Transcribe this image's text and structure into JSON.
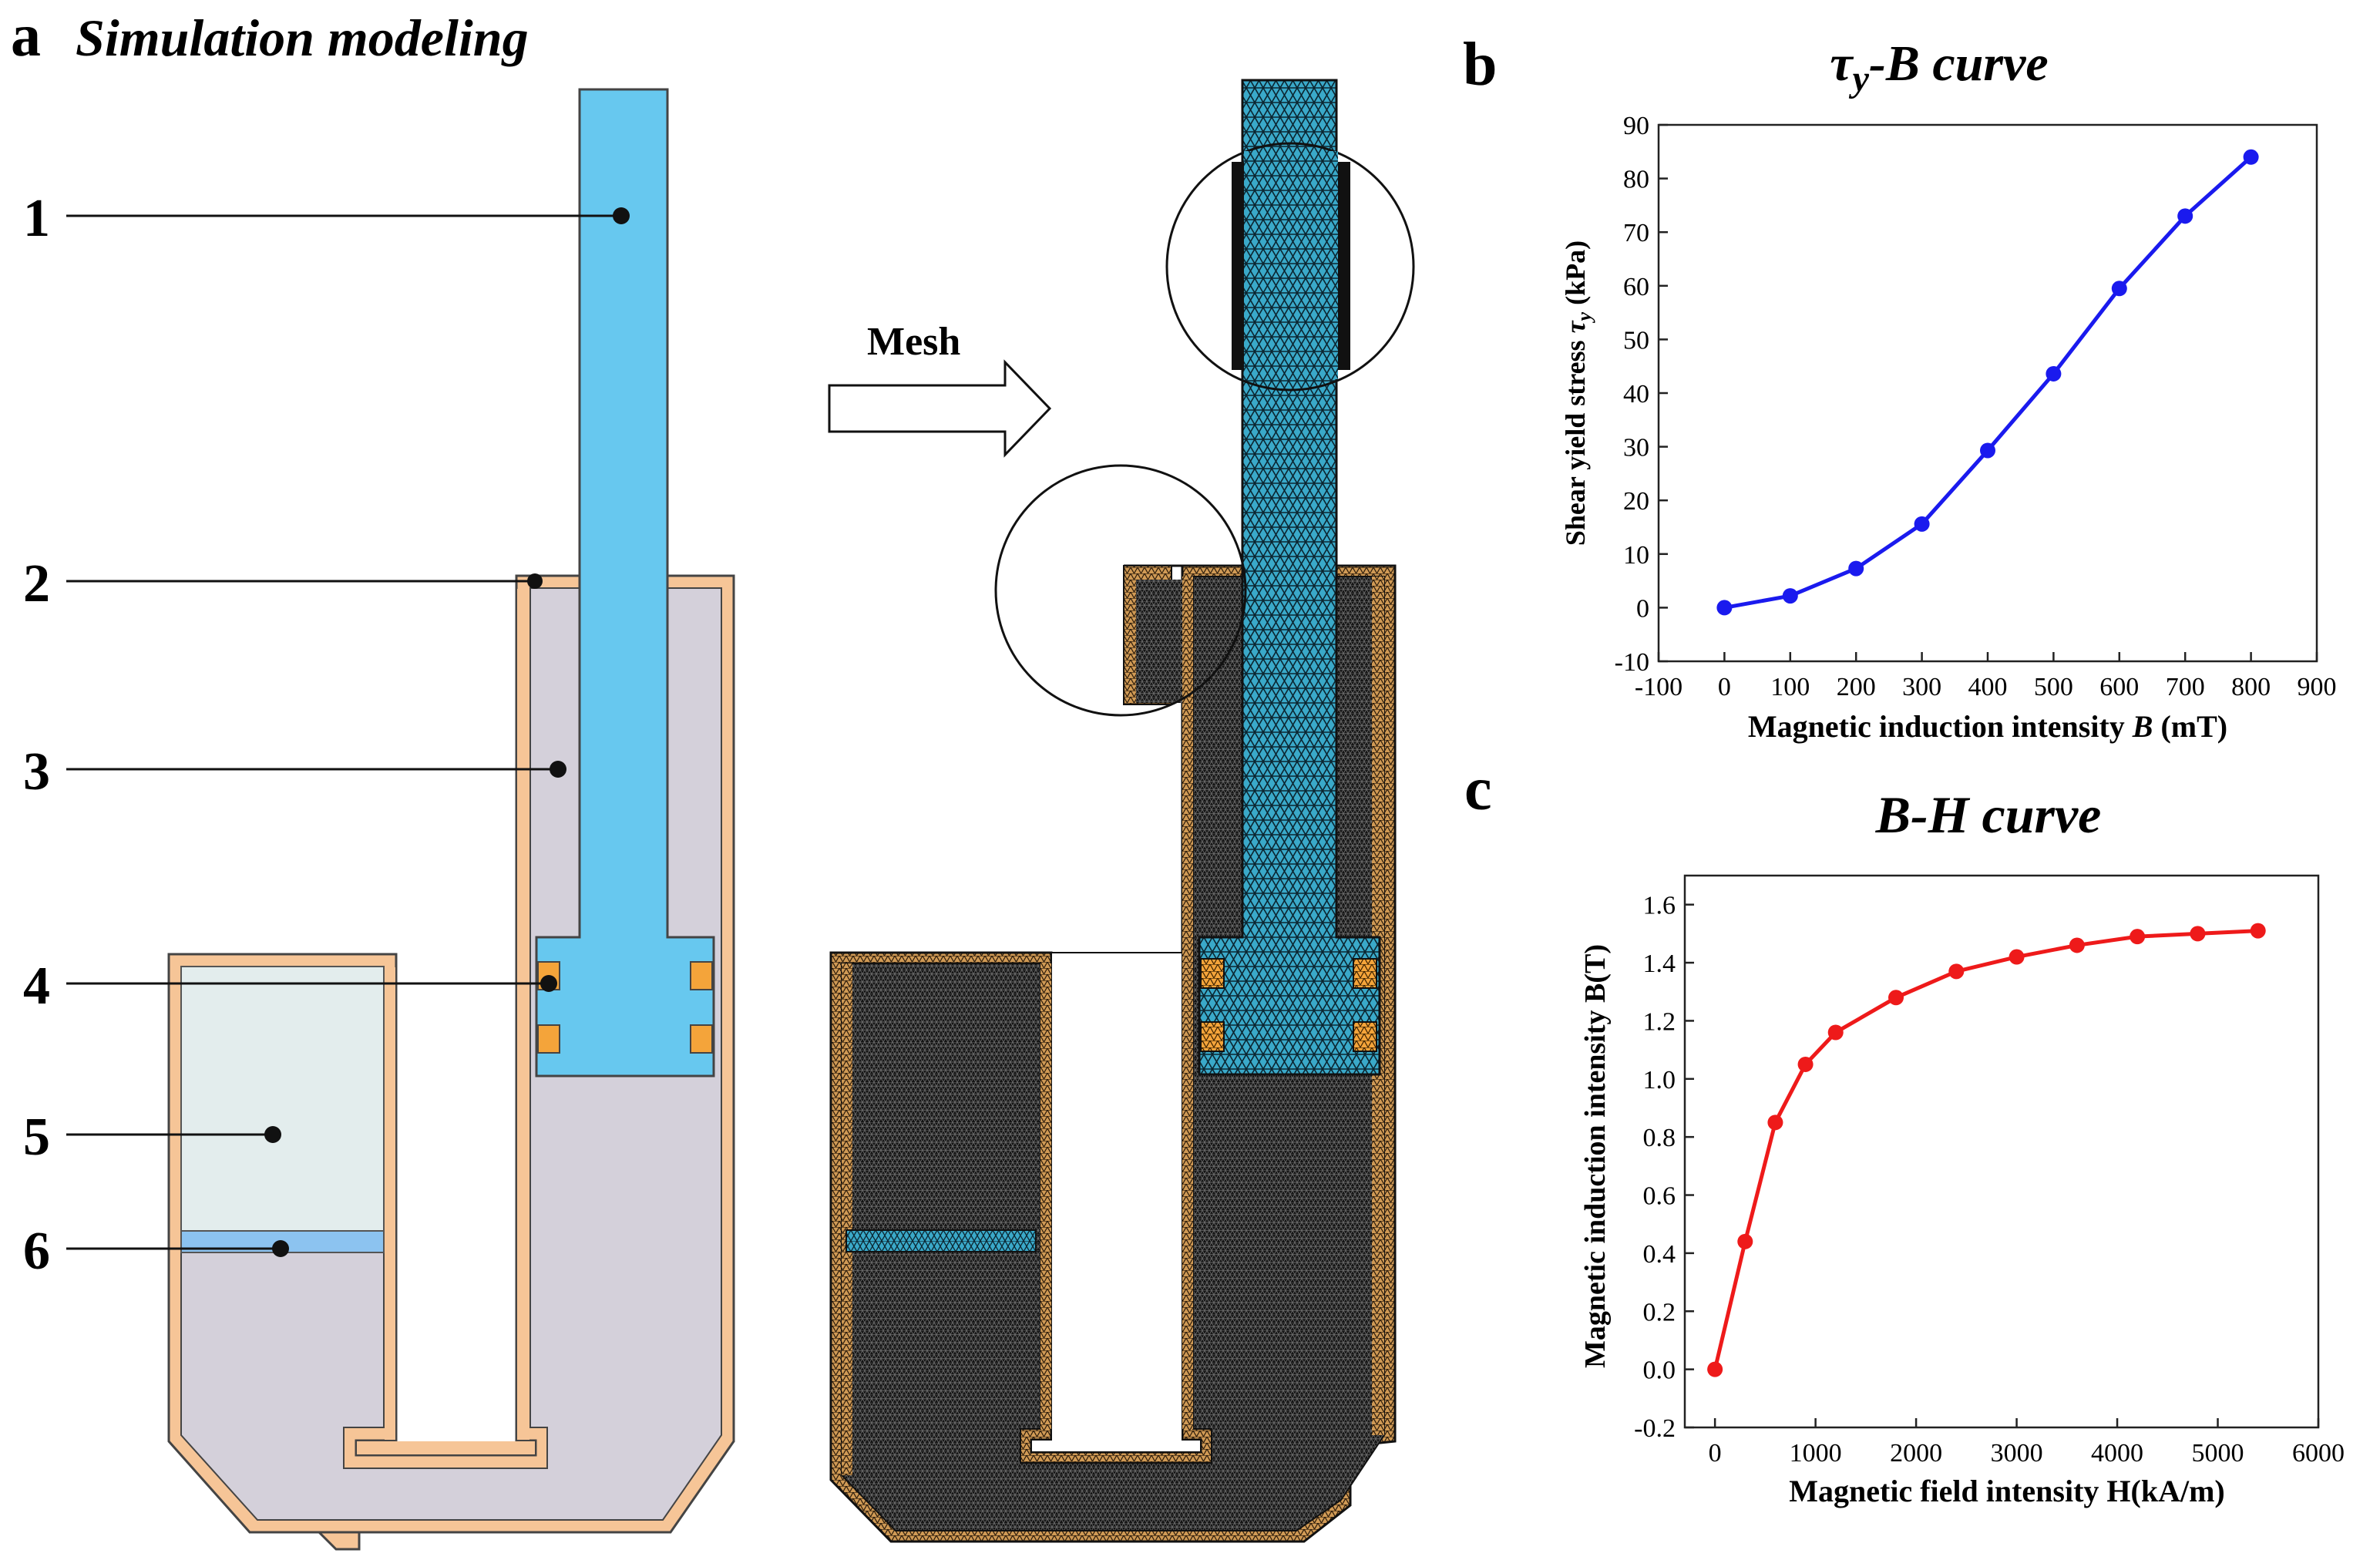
{
  "panel_a": {
    "letter": "a",
    "title": "Simulation modeling",
    "labels": [
      "1",
      "2",
      "3",
      "4",
      "5",
      "6"
    ],
    "arrow_label": "Mesh"
  },
  "colors": {
    "piston": "#67c8ef",
    "housing": "#f6c597",
    "fluid_grey": "#d4d0da",
    "chamber_light": "#e3eded",
    "diaphragm": "#8cc3f0",
    "coil": "#f4a43a",
    "mesh_dark": "#161616",
    "mesh_cyan": "#3aa9c9",
    "curve_b": "#1a1aee",
    "curve_c": "#ee1a1a"
  },
  "chart_data": [
    {
      "panel": "b",
      "type": "line",
      "title_parts": {
        "tau": "τ",
        "sub": "y",
        "rest": "-B curve"
      },
      "xlabel": "Magnetic induction intensity ",
      "xlabel_var": "B",
      "xlabel_unit": " (mT)",
      "ylabel": "Shear yield stress ",
      "ylabel_var": "τ",
      "ylabel_sub": "y",
      "ylabel_unit": " (kPa)",
      "xlim": [
        -100,
        900
      ],
      "ylim": [
        -10,
        90
      ],
      "xticks": [
        -100,
        0,
        100,
        200,
        300,
        400,
        500,
        600,
        700,
        800,
        900
      ],
      "yticks": [
        -10,
        0,
        10,
        20,
        30,
        40,
        50,
        60,
        70,
        80,
        90
      ],
      "x": [
        0,
        100,
        200,
        300,
        400,
        500,
        600,
        700,
        800
      ],
      "y": [
        0,
        2.2,
        7.3,
        15.6,
        29.3,
        43.6,
        59.5,
        73,
        84
      ]
    },
    {
      "panel": "c",
      "type": "line",
      "title": "B-H curve",
      "xlabel": "Magnetic field intensity H(kA/m)",
      "ylabel": "Magnetic induction intensity B(T)",
      "xlim": [
        -300,
        6000
      ],
      "ylim": [
        -0.2,
        1.7
      ],
      "xticks": [
        0,
        1000,
        2000,
        3000,
        4000,
        5000,
        6000
      ],
      "yticks": [
        "-0.2",
        "0.0",
        "0.2",
        "0.4",
        "0.6",
        "0.8",
        "1.0",
        "1.2",
        "1.4",
        "1.6"
      ],
      "x": [
        0,
        300,
        600,
        900,
        1200,
        1800,
        2400,
        3000,
        3600,
        4200,
        4800,
        5400
      ],
      "y": [
        0,
        0.44,
        0.85,
        1.05,
        1.16,
        1.28,
        1.37,
        1.42,
        1.46,
        1.49,
        1.5,
        1.51
      ]
    }
  ]
}
